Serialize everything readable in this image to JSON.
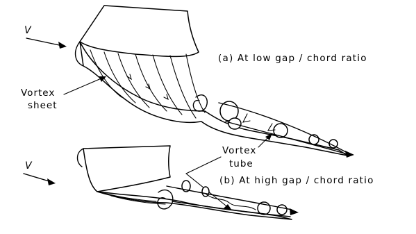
{
  "figure": {
    "panel_a": {
      "caption": "(a)   At low gap / chord ratio",
      "freestream_label": "V",
      "vortex_sheet_label_line1": "Vortex",
      "vortex_sheet_label_line2": "sheet"
    },
    "panel_b": {
      "caption": "(b)  At high gap / chord ratio",
      "freestream_label": "V"
    },
    "vortex_tube_label_line1": "Vortex",
    "vortex_tube_label_line2": "tube"
  }
}
